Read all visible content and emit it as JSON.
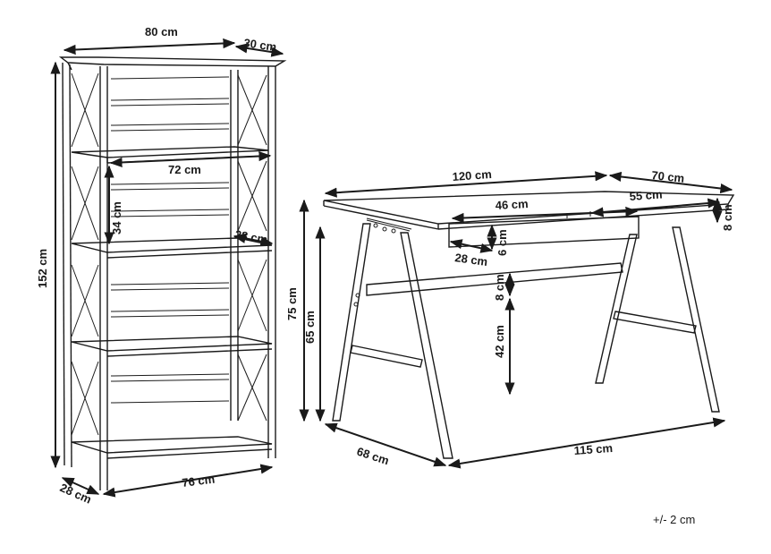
{
  "shelf": {
    "width_top": "80 cm",
    "depth_top": "30 cm",
    "inner_width": "72 cm",
    "shelf_gap": "34 cm",
    "shelf_depth": "28 cm",
    "height": "152 cm",
    "base_depth": "28 cm",
    "base_width": "76 cm"
  },
  "desk": {
    "top_width": "120 cm",
    "top_depth": "70 cm",
    "drawer_width": "46 cm",
    "drawer_depth_inner": "55 cm",
    "top_thickness": "8 cm",
    "drawer_depth": "28 cm",
    "drawer_height": "6 cm",
    "rail_height": "8 cm",
    "legroom": "42 cm",
    "total_height": "75 cm",
    "under_height": "65 cm",
    "base_depth": "68 cm",
    "base_width": "115 cm"
  },
  "tolerance": "+/- 2 cm"
}
